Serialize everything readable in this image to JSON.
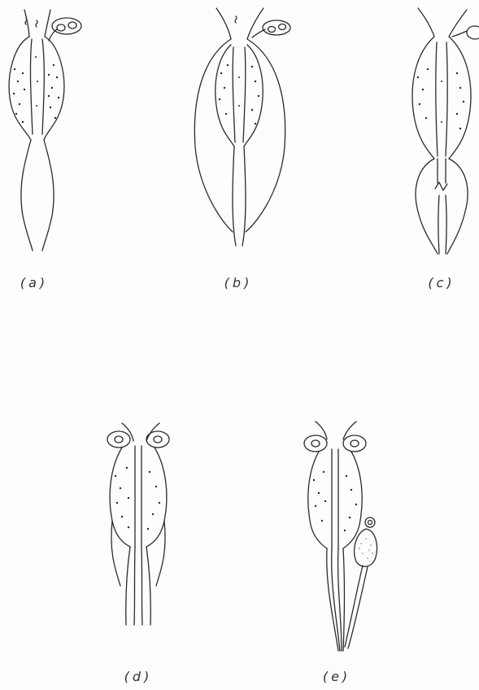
{
  "figures": [
    {
      "id": "a",
      "label": "(a)"
    },
    {
      "id": "b",
      "label": "(b)"
    },
    {
      "id": "c",
      "label": "(c)"
    },
    {
      "id": "d",
      "label": "(d)"
    },
    {
      "id": "e",
      "label": "(e)"
    }
  ],
  "colors": {
    "ink": "#2a2a2a",
    "paper": "#fdfdfb"
  }
}
